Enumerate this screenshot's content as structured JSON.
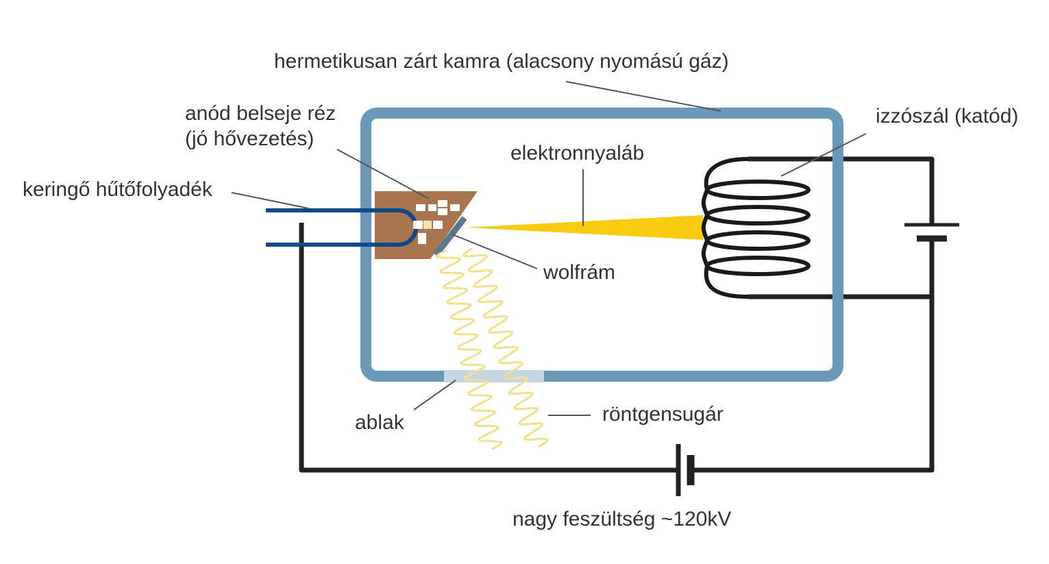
{
  "labels": {
    "chamber": "hermetikusan zárt kamra (alacsony nyomású gáz)",
    "anode_line1": "anód belseje réz",
    "anode_line2": "(jó hővezetés)",
    "filament": "izzószál (katód)",
    "beam": "elektronnyaláb",
    "coolant": "keringő hűtőfolyadék",
    "tungsten": "wolfrám",
    "window": "ablak",
    "xray": "röntgensugár",
    "voltage": "nagy feszültség ~120kV"
  },
  "colors": {
    "chamber": "#6a98b8",
    "window": "#c5d5e4",
    "anode": "#9c6235",
    "coolant": "#0e4a8a",
    "beam": "#f7cb0f",
    "xray": "#f2e08a",
    "wire": "#222222",
    "leader": "#555555",
    "tungsten": "#5a7890"
  }
}
